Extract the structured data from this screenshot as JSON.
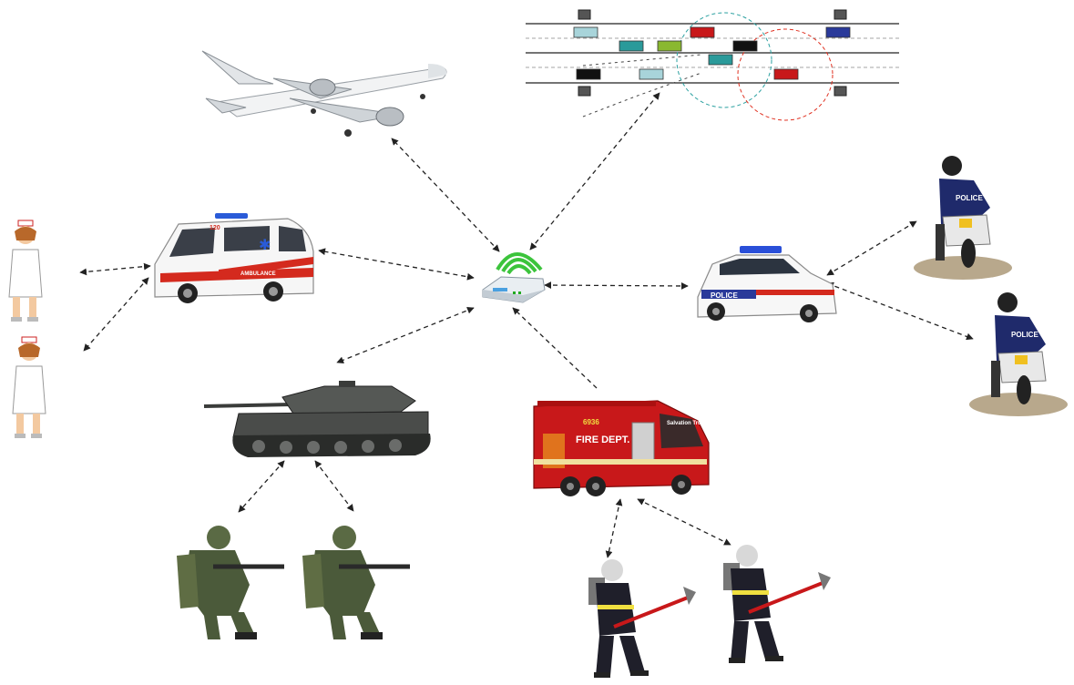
{
  "labels": {
    "ambulance_text": "AMBULANCE",
    "ambulance_number": "120",
    "police_car_text": "POLICE",
    "police_moto_text": "POLICE",
    "fire_truck_text": "FIRE DEPT.",
    "fire_truck_number": "6936",
    "fire_truck_side": "Salvation Truck"
  },
  "colors": {
    "link": "#222222",
    "router_green": "#3cc43c",
    "fire_red": "#c8181a",
    "ambulance_red": "#d42a1e",
    "police_blue": "#1f2a6b",
    "army_green": "#4b5a3a",
    "tank_grey": "#4a4c4a"
  }
}
